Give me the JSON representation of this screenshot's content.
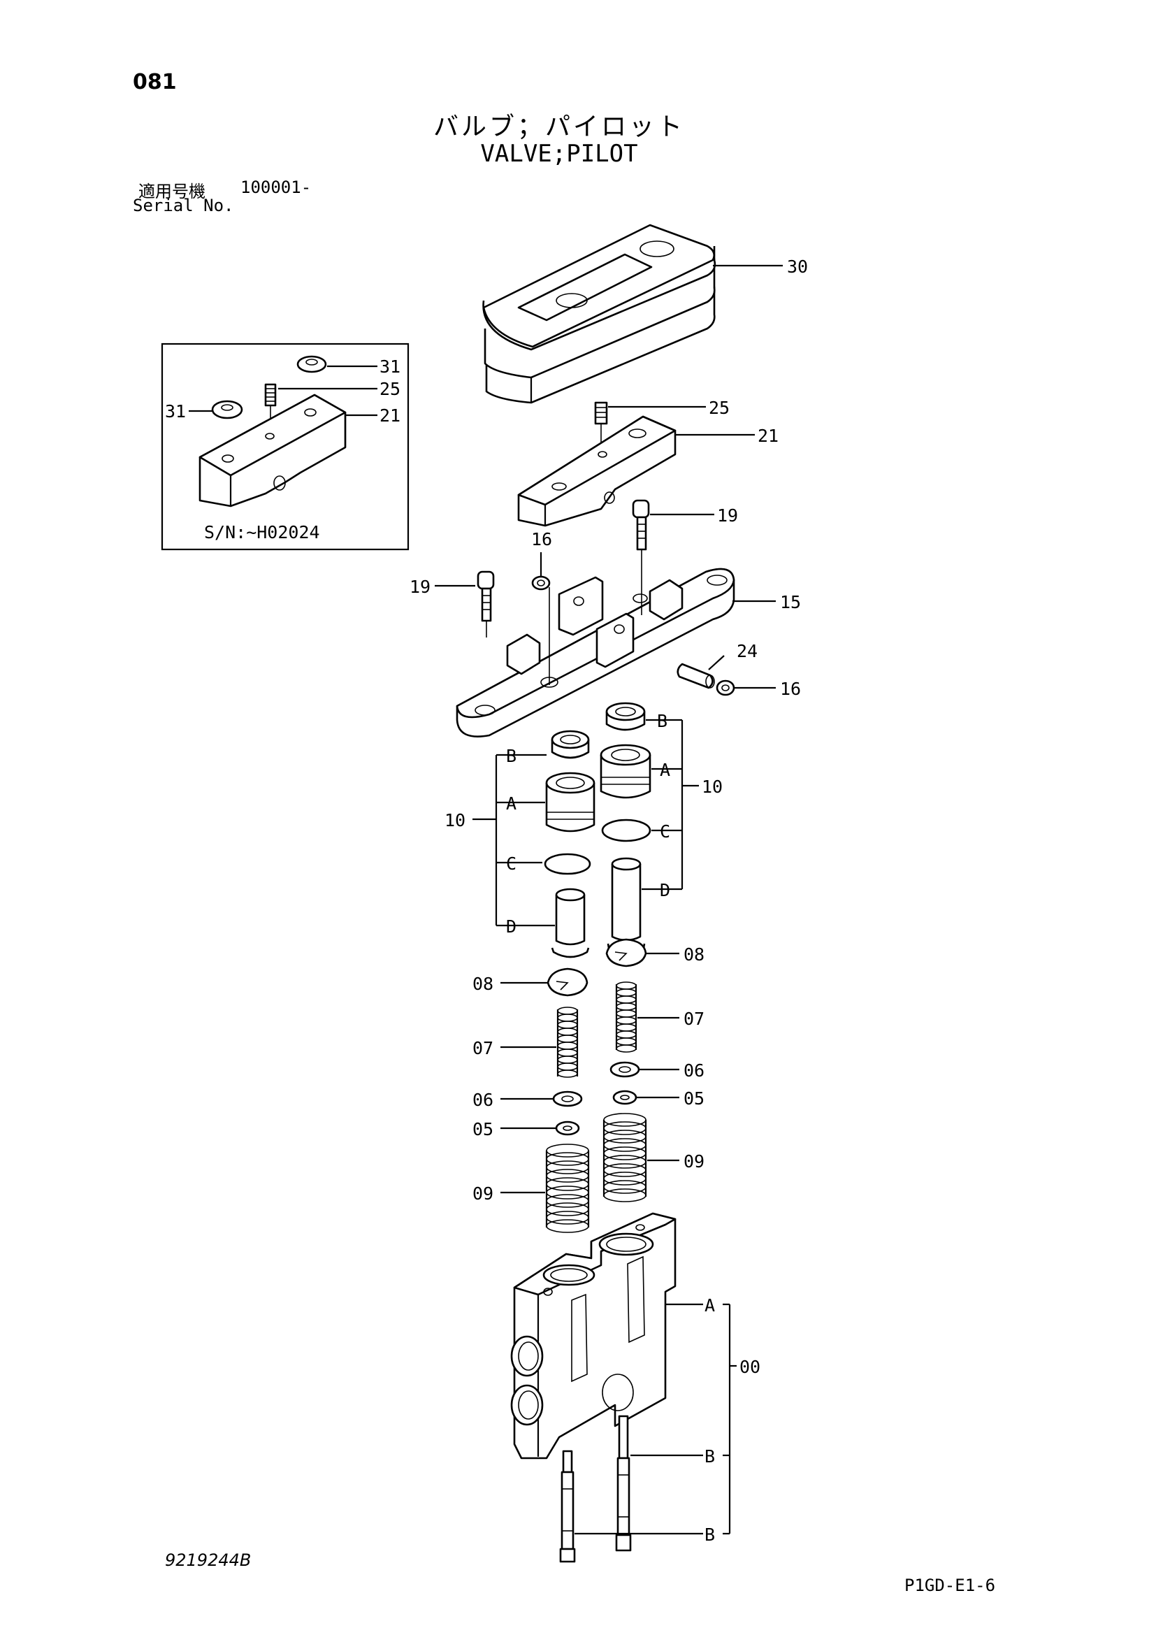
{
  "header": {
    "page_number": "081",
    "title_jp": "バルブ；パイロット",
    "title_en": "VALVE;PILOT",
    "serial_label_jp": "適用号機",
    "serial_value": "100001-",
    "serial_label_en": "Serial No."
  },
  "inset": {
    "serial_note": "S/N:~H02024",
    "labels": {
      "p31_top": "31",
      "p25": "25",
      "p31_left": "31",
      "p21": "21"
    }
  },
  "callouts": {
    "p30": "30",
    "p25": "25",
    "p21": "21",
    "p19_right": "19",
    "p16_top": "16",
    "p19_left": "19",
    "p15": "15",
    "p24": "24",
    "p16_right": "16",
    "right_B": "B",
    "right_A": "A",
    "right_C": "C",
    "right_D": "D",
    "right_10": "10",
    "left_B": "B",
    "left_A": "A",
    "left_C": "C",
    "left_D": "D",
    "left_10": "10",
    "p08_right": "08",
    "p08_left": "08",
    "p07_right": "07",
    "p07_left": "07",
    "p06_right": "06",
    "p06_left": "06",
    "p05_right": "05",
    "p05_left": "05",
    "p09_right": "09",
    "p09_left": "09",
    "body_A": "A",
    "body_00": "00",
    "body_B1": "B",
    "body_B2": "B"
  },
  "footer": {
    "drawing_number": "9219244B",
    "code": "P1GD-E1-6"
  },
  "colors": {
    "ink": "#000000",
    "paper": "#ffffff"
  }
}
